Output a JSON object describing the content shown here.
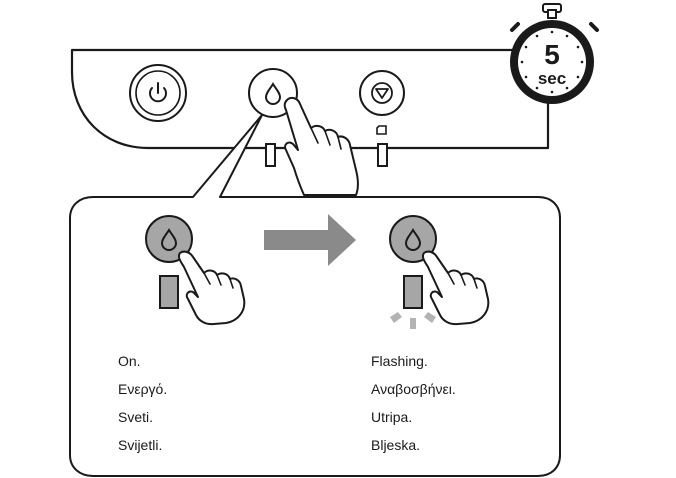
{
  "timer": {
    "value": "5",
    "unit": "sec"
  },
  "icons": {
    "power": "power-icon",
    "ink": "ink-drop-icon",
    "stop": "stop-icon",
    "paper": "paper-icon",
    "hand": "pointing-hand-icon",
    "arrow": "right-arrow-icon",
    "stopwatch": "stopwatch-icon"
  },
  "states": {
    "before": {
      "lines": [
        "On.",
        "Ενεργό.",
        "Sveti.",
        "Svijetli."
      ]
    },
    "after": {
      "lines": [
        "Flashing.",
        "Αναβοσβήνει.",
        "Utripa.",
        "Bljeska."
      ]
    }
  },
  "colors": {
    "outline": "#1a1a1a",
    "button_gray": "#a6a6a6",
    "light_gray": "#b3b3b3",
    "arrow_gray": "#8a8a8a"
  }
}
